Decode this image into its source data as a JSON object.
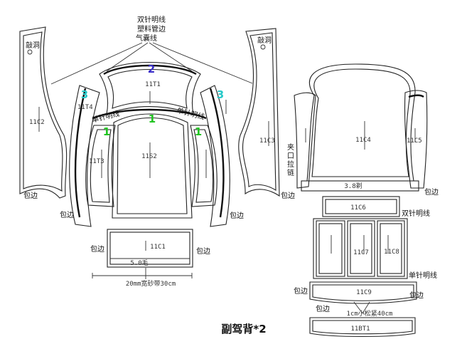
{
  "title": "副驾背*2",
  "top_notes": {
    "line1": "双针明线",
    "line2": "塑料管边",
    "line3": "气囊线"
  },
  "pieces": {
    "c2": "11C2",
    "t4": "11T4",
    "t3": "11T3",
    "t1": "11T1",
    "s2": "11S2",
    "c3": "11C3",
    "c4": "11C4",
    "c5": "11C5",
    "c1": "11C1",
    "c6": "11C6",
    "c7": "11C7",
    "c8": "11C8",
    "c9": "11C9",
    "bt1": "11BT1"
  },
  "markers": {
    "green_1": "1",
    "cyan_3": "3",
    "blue_2": "2"
  },
  "notes": {
    "hole_left": "敲洞",
    "hole_right": "敲洞",
    "single_stitch_left": "单针明线",
    "single_stitch_right": "单针明线",
    "double_stitch": "双针明线",
    "single_stitch_c9": "单针明线",
    "binding": "包边",
    "clip_zipper": "夹口拉链",
    "hair_38": "3.8剃",
    "hair_50": "5.0毛",
    "tape": "20mm宽砂带30cm",
    "elastic": "1cm小松紧40cm"
  }
}
